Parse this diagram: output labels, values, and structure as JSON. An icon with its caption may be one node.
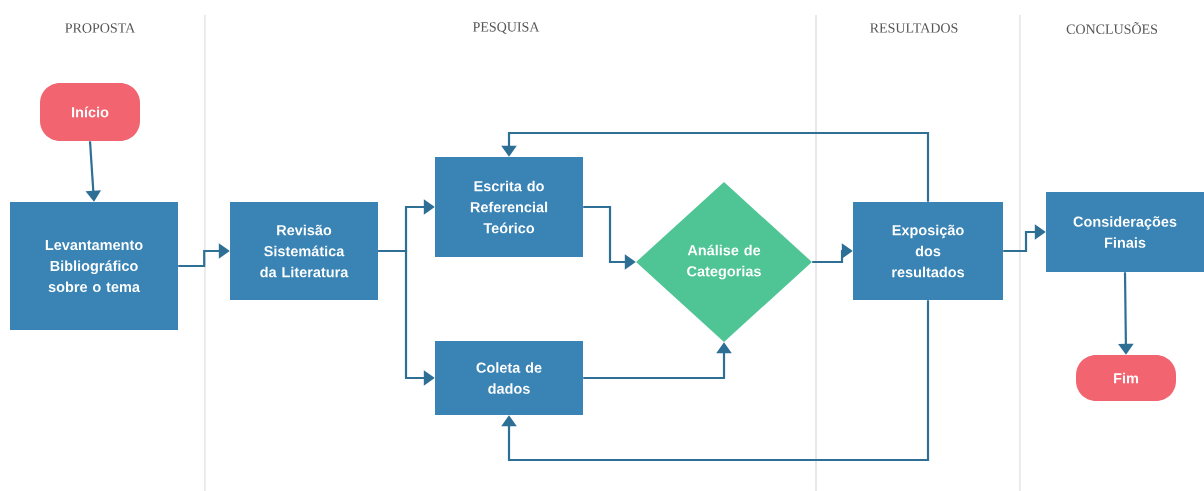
{
  "diagram": {
    "nodes": [
      {
        "text": [
          "Início"
        ]
      },
      {
        "text": [
          "Levantamento Bibliográfico sobre o tema"
        ]
      },
      {
        "text": [
          "Revisão Sistemática da Literatura"
        ]
      },
      {
        "text": [
          "Escrita do Referencial Teórico"
        ]
      },
      {
        "text": [
          "Coleta de dados"
        ]
      },
      {
        "text": [
          "Análise de Categorias"
        ]
      },
      {
        "text": [
          "Exposição dos resultados"
        ]
      },
      {
        "text": [
          "Considerações Finais"
        ]
      },
      {
        "text": [
          "Fim"
        ]
      }
    ],
    "edges": [
      {
        "from": 0,
        "to": 1,
        "arrow": "to"
      },
      {
        "from": 1,
        "to": 2,
        "arrow": "to"
      },
      {
        "from": 2,
        "to": 3,
        "arrow": "to"
      },
      {
        "from": 2,
        "to": 4,
        "arrow": "to"
      },
      {
        "from": 3,
        "to": 5,
        "arrow": "to"
      },
      {
        "from": 4,
        "to": 5,
        "arrow": "to"
      },
      {
        "from": 5,
        "to": 6,
        "arrow": "to"
      },
      {
        "from": 6,
        "to": 3,
        "arrow": "to"
      },
      {
        "from": 6,
        "to": 4,
        "arrow": "to"
      },
      {
        "from": 6,
        "to": 7,
        "arrow": "to"
      },
      {
        "from": 7,
        "to": 8,
        "arrow": "to"
      }
    ],
    "labels": [
      "PROPOSTA",
      "PESQUISA",
      "RESULTADOS",
      "CONCLUSÕES"
    ]
  }
}
